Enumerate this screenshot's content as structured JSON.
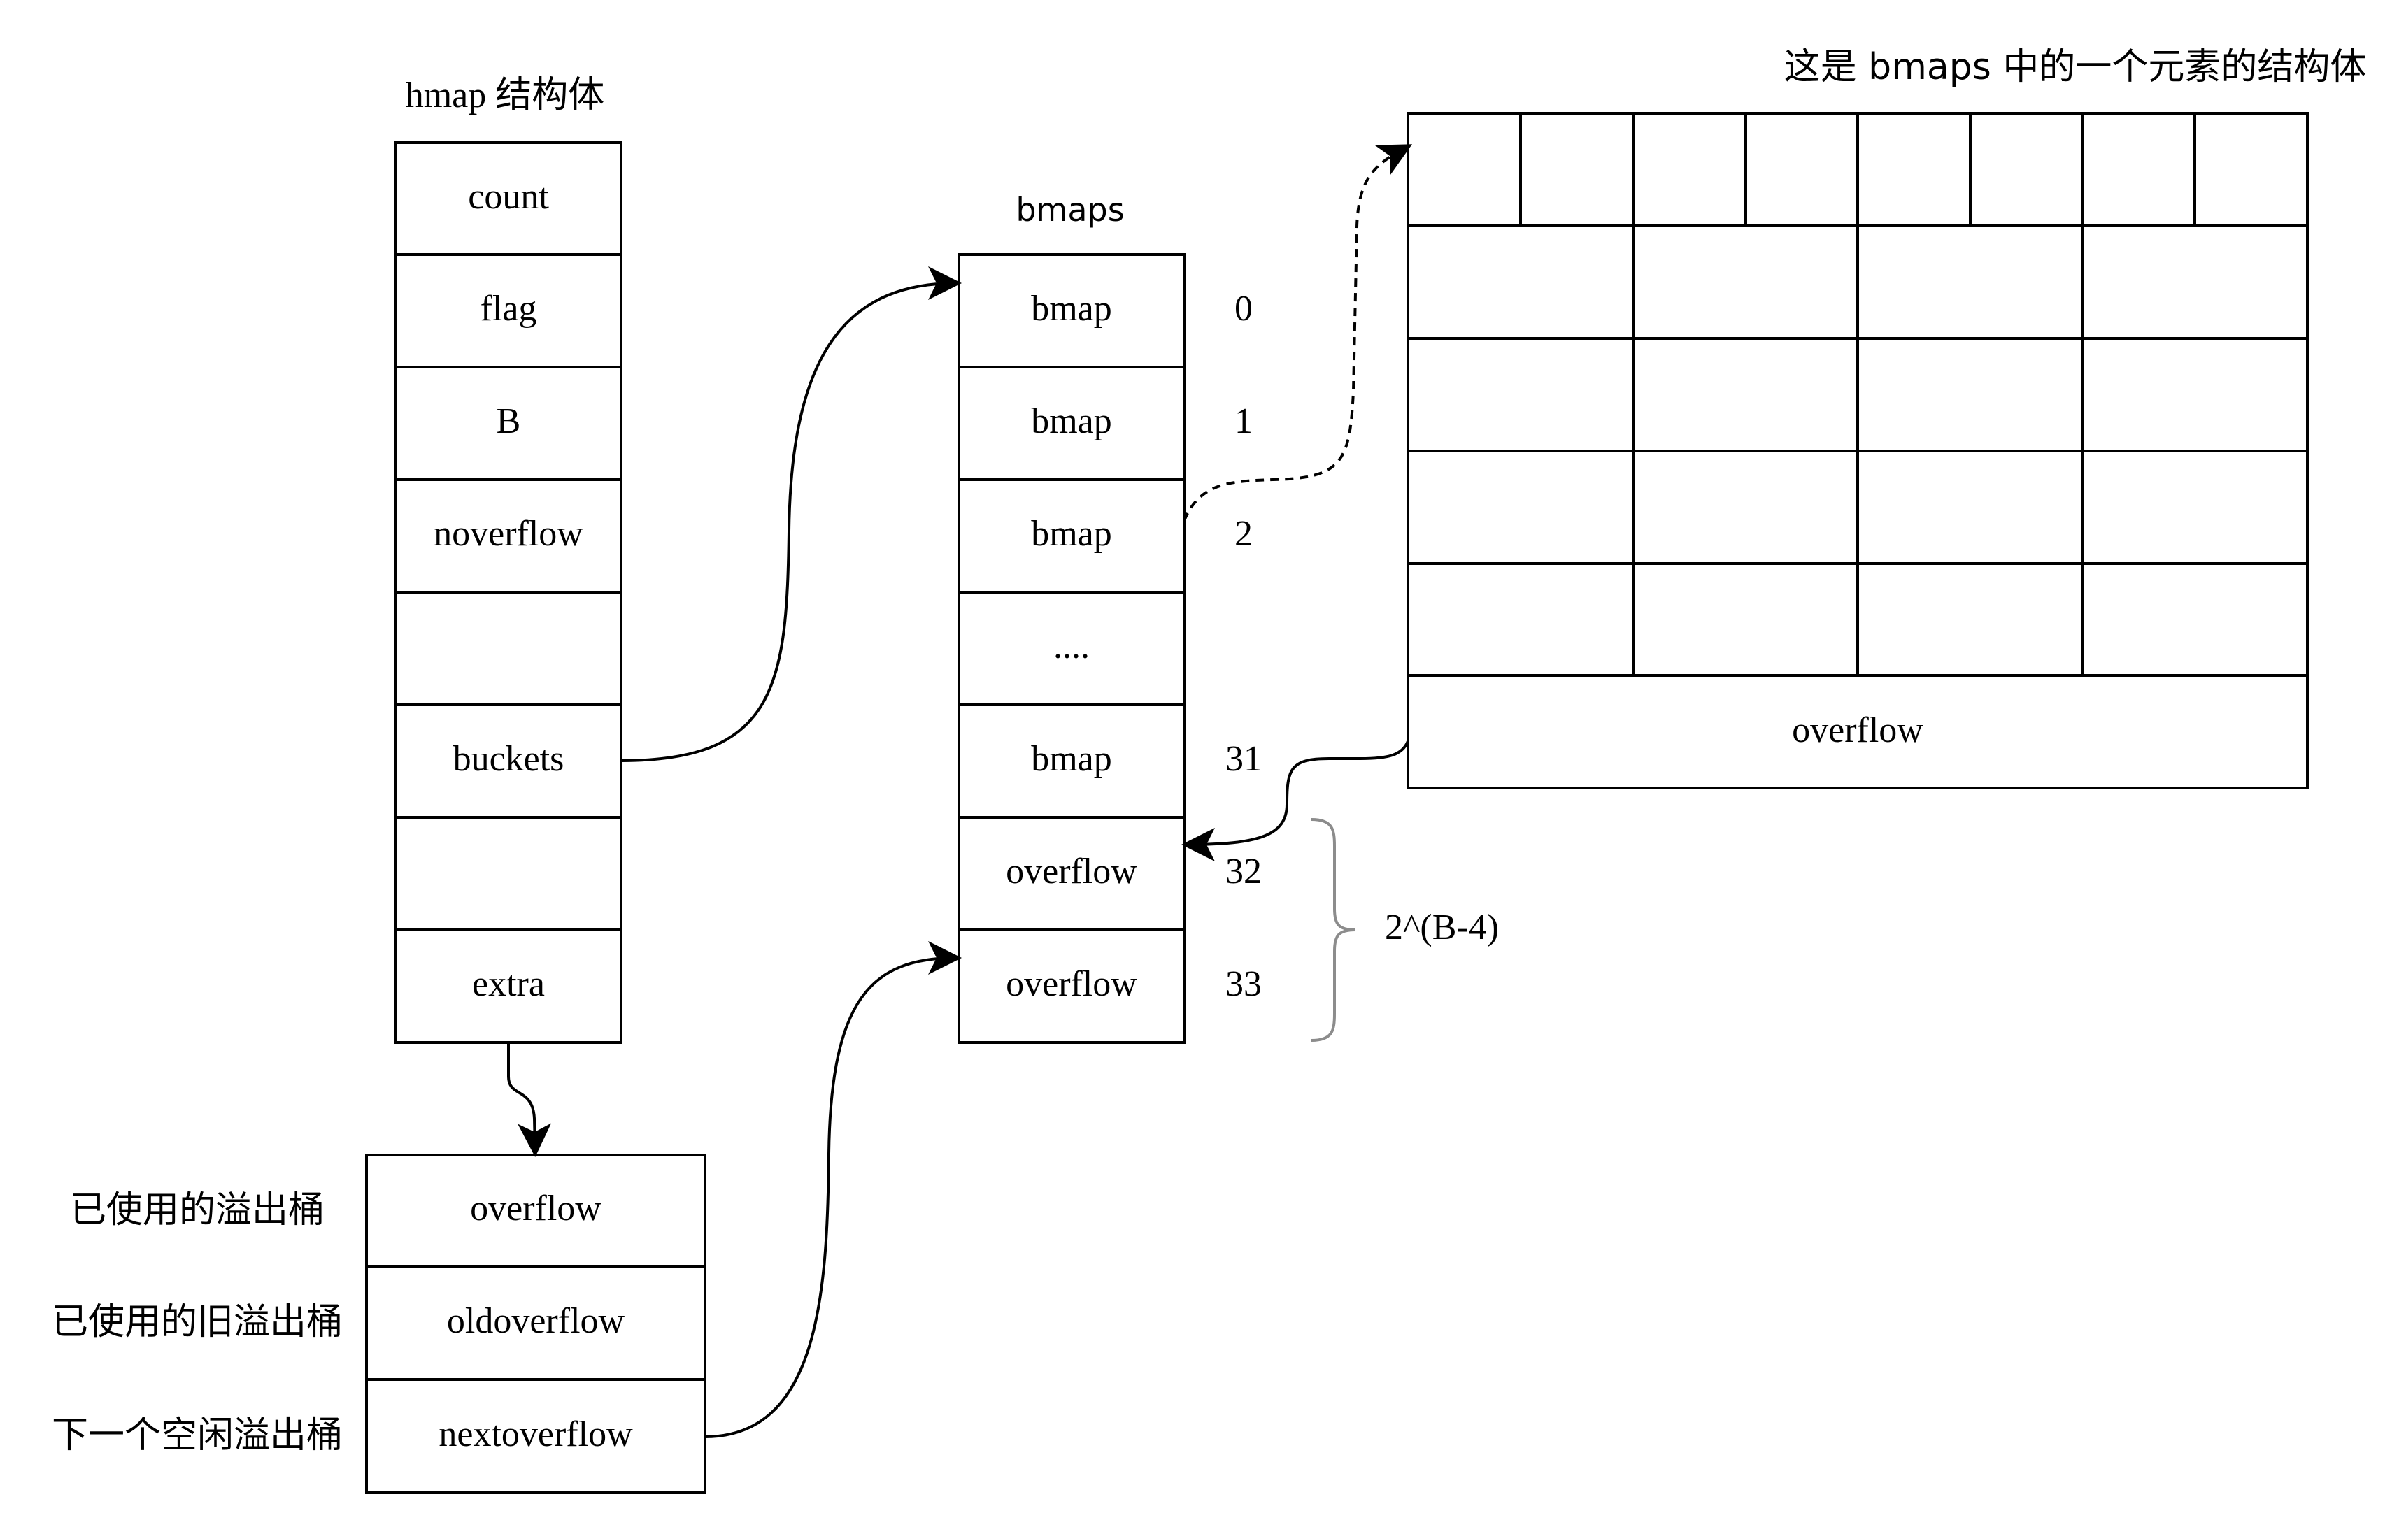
{
  "hmap": {
    "title": "hmap 结构体",
    "fields": [
      "count",
      "flag",
      "B",
      "noverflow",
      "",
      "buckets",
      "",
      "extra"
    ]
  },
  "extra": {
    "fields": [
      "overflow",
      "oldoverflow",
      "nextoverflow"
    ],
    "labels": [
      "已使用的溢出桶",
      "已使用的旧溢出桶",
      "下一个空闲溢出桶"
    ]
  },
  "bmaps": {
    "title": "bmaps",
    "cells": [
      "bmap",
      "bmap",
      "bmap",
      "....",
      "bmap",
      "overflow",
      "overflow"
    ],
    "indexes": [
      "0",
      "1",
      "2",
      "",
      "31",
      "32",
      "33"
    ],
    "brace_label": "2^(B-4)"
  },
  "bmap_struct": {
    "title": "这是 bmaps 中的一个元素的结构体",
    "overflow_label": "overflow"
  }
}
